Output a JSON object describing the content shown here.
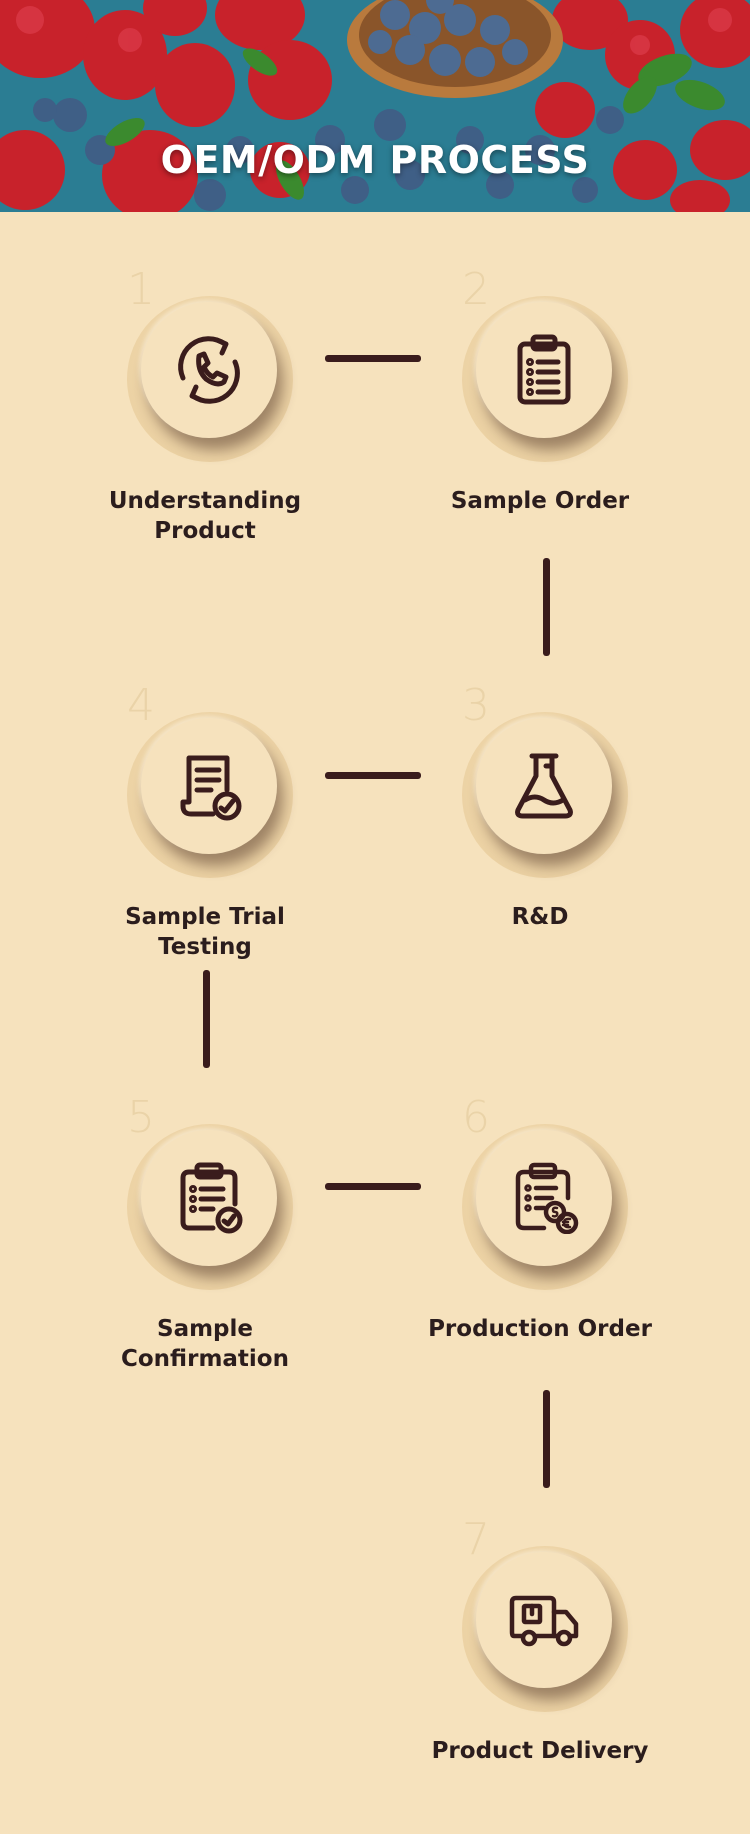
{
  "header": {
    "title": "OEM/ODM PROCESS"
  },
  "steps": [
    {
      "number": "1",
      "label": "Understanding Product",
      "icon": "phone-refresh-icon"
    },
    {
      "number": "2",
      "label": "Sample Order",
      "icon": "clipboard-list-icon"
    },
    {
      "number": "3",
      "label": "R&D",
      "icon": "flask-icon"
    },
    {
      "number": "4",
      "label": "Sample Trial Testing",
      "icon": "document-check-icon"
    },
    {
      "number": "5",
      "label": "Sample Confirmation",
      "icon": "clipboard-check-icon"
    },
    {
      "number": "6",
      "label": "Production Order",
      "icon": "clipboard-money-icon"
    },
    {
      "number": "7",
      "label": "Product Delivery",
      "icon": "delivery-truck-icon"
    }
  ],
  "colors": {
    "background": "#f6e2bd",
    "icon": "#3a1c1c",
    "number": "#ead3a8",
    "text": "#2b1d1d"
  }
}
